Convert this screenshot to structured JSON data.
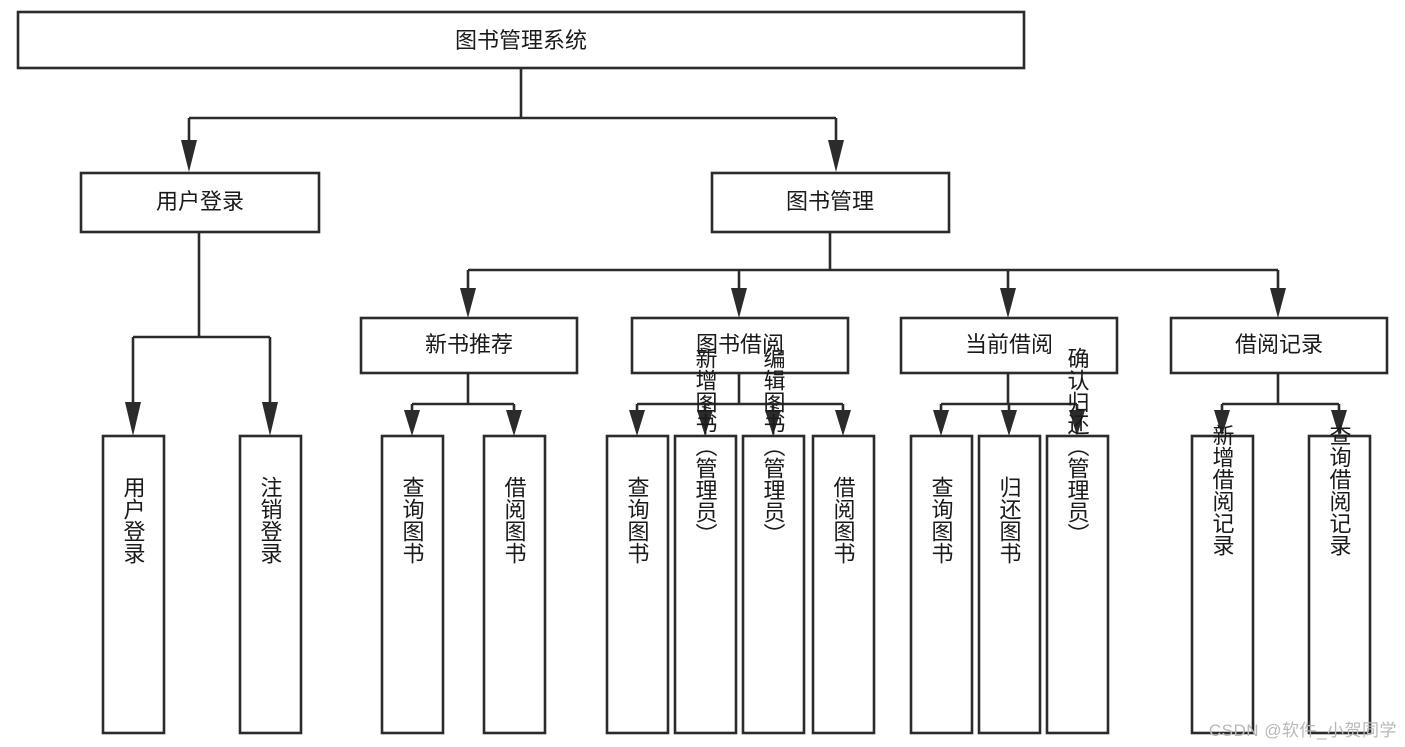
{
  "diagram": {
    "title": "图书管理系统",
    "type": "hierarchy-tree",
    "watermark": "CSDN @软件_小贺同学",
    "colors": {
      "stroke": "#2b2b2b",
      "fill": "#ffffff",
      "text": "#1a1a1a",
      "watermark": "#b8b8b8"
    },
    "levels": {
      "root": {
        "label": "图书管理系统"
      },
      "level1": [
        {
          "id": "user-login",
          "label": "用户登录"
        },
        {
          "id": "book-manage",
          "label": "图书管理"
        }
      ],
      "level2": [
        {
          "id": "new-book-recommend",
          "label": "新书推荐",
          "parent": "book-manage"
        },
        {
          "id": "book-borrow",
          "label": "图书借阅",
          "parent": "book-manage"
        },
        {
          "id": "current-borrow",
          "label": "当前借阅",
          "parent": "book-manage"
        },
        {
          "id": "borrow-record",
          "label": "借阅记录",
          "parent": "book-manage"
        }
      ],
      "leaves": [
        {
          "id": "leaf-user-login",
          "label": "用户登录",
          "parent": "user-login"
        },
        {
          "id": "leaf-logout-login",
          "label": "注销登录",
          "parent": "user-login"
        },
        {
          "id": "leaf-query-book-1",
          "label": "查询图书",
          "parent": "new-book-recommend"
        },
        {
          "id": "leaf-borrow-book-1",
          "label": "借阅图书",
          "parent": "new-book-recommend"
        },
        {
          "id": "leaf-query-book-2",
          "label": "查询图书",
          "parent": "book-borrow"
        },
        {
          "id": "leaf-add-book",
          "label": "新增图书（管理员）",
          "parent": "book-borrow"
        },
        {
          "id": "leaf-edit-book",
          "label": "编辑图书（管理员）",
          "parent": "book-borrow"
        },
        {
          "id": "leaf-borrow-book-2",
          "label": "借阅图书",
          "parent": "book-borrow"
        },
        {
          "id": "leaf-query-book-3",
          "label": "查询图书",
          "parent": "current-borrow"
        },
        {
          "id": "leaf-return-book",
          "label": "归还图书",
          "parent": "current-borrow"
        },
        {
          "id": "leaf-confirm-return",
          "label": "确认归还（管理员）",
          "parent": "current-borrow"
        },
        {
          "id": "leaf-add-record",
          "label": "新增借阅记录",
          "parent": "borrow-record"
        },
        {
          "id": "leaf-query-record",
          "label": "查询借阅记录",
          "parent": "borrow-record"
        }
      ]
    }
  }
}
